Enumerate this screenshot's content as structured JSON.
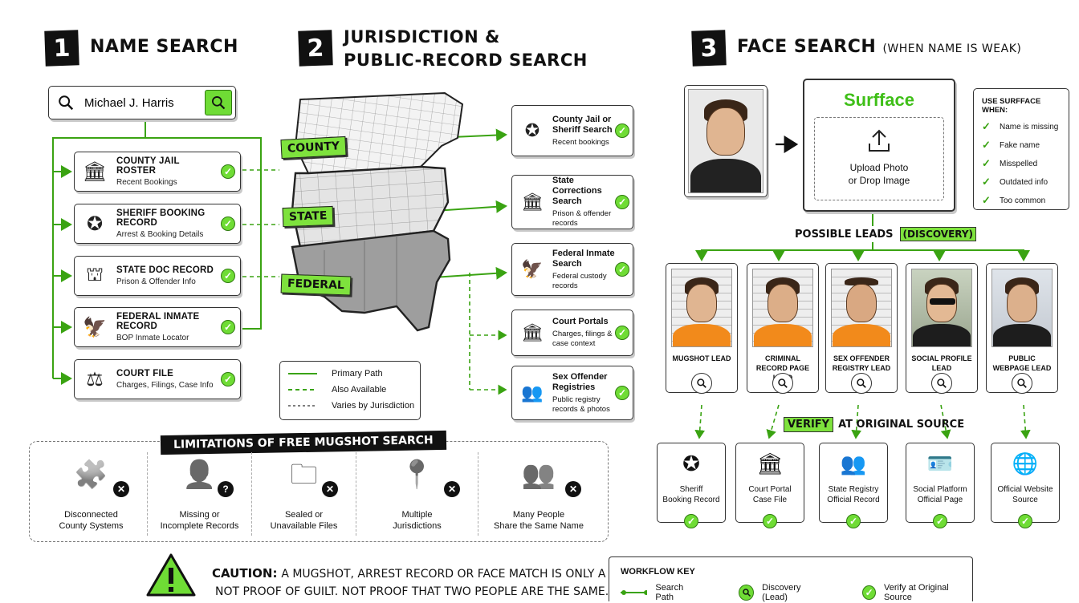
{
  "step1": {
    "num": "1",
    "title": "NAME SEARCH"
  },
  "search": {
    "value": "Michael J. Harris"
  },
  "name_cards": [
    {
      "title": "County Jail Roster",
      "sub": "Recent Bookings",
      "icon": "courthouse-icon"
    },
    {
      "title": "Sheriff Booking Record",
      "sub": "Arrest & Booking Details",
      "icon": "sheriff-badge-icon"
    },
    {
      "title": "State DOC Record",
      "sub": "Prison & Offender Info",
      "icon": "capitol-icon"
    },
    {
      "title": "Federal Inmate Record",
      "sub": "BOP Inmate Locator",
      "icon": "eagle-seal-icon"
    },
    {
      "title": "Court File",
      "sub": "Charges, Filings, Case Info",
      "icon": "scales-icon"
    }
  ],
  "step2": {
    "num": "2",
    "title_line1": "JURISDICTION &",
    "title_line2": "PUBLIC-RECORD SEARCH"
  },
  "map_tags": {
    "county": "COUNTY",
    "state": "STATE",
    "federal": "FEDERAL"
  },
  "legend": {
    "primary": "Primary Path",
    "also": "Also Available",
    "varies": "Varies by Jurisdiction"
  },
  "jurisdiction_cards": [
    {
      "title": "County Jail or Sheriff Search",
      "sub": "Recent bookings",
      "icon": "sheriff-badge-icon"
    },
    {
      "title": "State Corrections Search",
      "sub": "Prison & offender records",
      "icon": "courthouse-icon"
    },
    {
      "title": "Federal Inmate Search",
      "sub": "Federal custody records",
      "icon": "eagle-seal-icon"
    },
    {
      "title": "Court Portals",
      "sub": "Charges, filings & case context",
      "icon": "courthouse-icon"
    },
    {
      "title": "Sex Offender Registries",
      "sub": "Public registry records & photos",
      "icon": "people-group-icon"
    }
  ],
  "step3": {
    "num": "3",
    "title": "FACE SEARCH",
    "title_note": "(WHEN NAME IS WEAK)"
  },
  "surfface": {
    "brand": "Surfface",
    "upload_line1": "Upload Photo",
    "upload_line2": "or Drop Image"
  },
  "use_when": {
    "title": "USE SURFFACE WHEN:",
    "items": [
      "Name is missing",
      "Fake name",
      "Misspelled",
      "Outdated info",
      "Too common"
    ]
  },
  "possible_leads": {
    "label": "POSSIBLE LEADS",
    "tag": "(DISCOVERY)"
  },
  "leads": [
    {
      "label": "MUGSHOT LEAD",
      "type": "mugshot"
    },
    {
      "label": "CRIMINAL RECORD PAGE LEAD",
      "type": "mugshot"
    },
    {
      "label": "SEX OFFENDER REGISTRY LEAD",
      "type": "mugshot"
    },
    {
      "label": "SOCIAL PROFILE LEAD",
      "type": "social"
    },
    {
      "label": "PUBLIC WEBPAGE LEAD",
      "type": "web"
    }
  ],
  "verify": {
    "tag": "VERIFY",
    "text": "AT ORIGINAL SOURCE"
  },
  "sources": [
    {
      "label_line1": "Sheriff",
      "label_line2": "Booking Record",
      "icon": "sheriff-badge-icon"
    },
    {
      "label_line1": "Court Portal",
      "label_line2": "Case File",
      "icon": "courthouse-icon"
    },
    {
      "label_line1": "State Registry",
      "label_line2": "Official Record",
      "icon": "people-group-icon"
    },
    {
      "label_line1": "Social Platform",
      "label_line2": "Official Page",
      "icon": "id-card-icon"
    },
    {
      "label_line1": "Official Website",
      "label_line2": "Source",
      "icon": "globe-icon"
    }
  ],
  "limitations": {
    "title": "LIMITATIONS OF FREE MUGSHOT SEARCH",
    "items": [
      {
        "line1": "Disconnected",
        "line2": "County Systems",
        "icon": "puzzle-icon"
      },
      {
        "line1": "Missing or",
        "line2": "Incomplete Records",
        "icon": "person-question-icon"
      },
      {
        "line1": "Sealed or",
        "line2": "Unavailable Files",
        "icon": "locked-folder-icon"
      },
      {
        "line1": "Multiple",
        "line2": "Jurisdictions",
        "icon": "map-pins-icon"
      },
      {
        "line1": "Many People",
        "line2": "Share the Same Name",
        "icon": "crowd-icon"
      }
    ]
  },
  "caution": {
    "label": "CAUTION:",
    "line1": "A MUGSHOT, ARREST RECORD OR FACE MATCH IS ONLY A LEAD.",
    "line2": "NOT PROOF OF GUILT. NOT PROOF THAT TWO PEOPLE ARE THE SAME."
  },
  "workflow_key": {
    "title": "WORKFLOW KEY",
    "search_path": "Search Path",
    "discovery": "Discovery (Lead)",
    "verify": "Verify at Original Source"
  },
  "colors": {
    "accent": "#6fdc35",
    "accent_dark": "#3aa312",
    "ink": "#111111"
  }
}
